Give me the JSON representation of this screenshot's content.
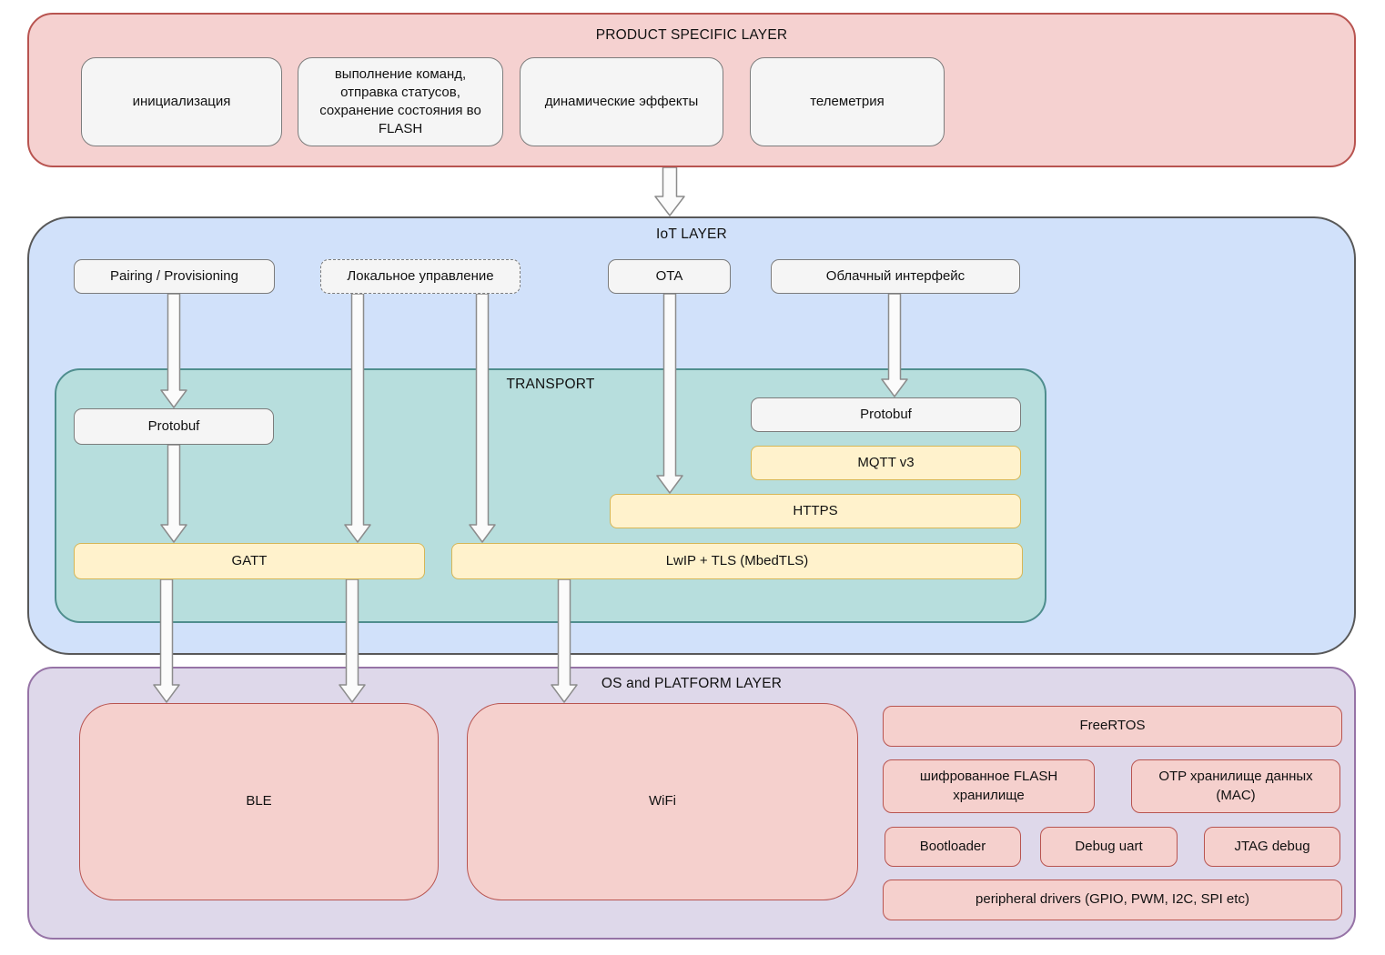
{
  "colors": {
    "product_fill": "#f5d1d0",
    "product_border": "#b85450",
    "iot_fill": "#d1e1fa",
    "iot_border": "#585858",
    "transport_fill": "#b7dedd",
    "transport_border": "#4f8e8e",
    "yellow_fill": "#fff2cc",
    "yellow_border": "#d6b656",
    "gray_fill": "#f5f5f5",
    "gray_border": "#7c7c7c",
    "os_fill": "#ded8ea",
    "os_border": "#9673a6",
    "red_fill": "#f5d0cd",
    "red_border": "#b85450",
    "arrow_fill": "#fbfbfb",
    "arrow_border": "#8c8c8c",
    "text": "#111111"
  },
  "product_layer": {
    "title": "PRODUCT SPECIFIC LAYER",
    "boxes": [
      {
        "label": "инициализация"
      },
      {
        "label": "выполнение команд, отправка статусов, сохранение состояния во FLASH"
      },
      {
        "label": "динамические эффекты"
      },
      {
        "label": "телеметрия"
      }
    ]
  },
  "iot_layer": {
    "title": "IoT LAYER",
    "pairing": "Pairing / Provisioning",
    "local_control": "Локальное управление",
    "ota": "OTA",
    "cloud_interface": "Облачный интерфейс",
    "transport": {
      "title": "TRANSPORT",
      "protobuf_left": "Protobuf",
      "protobuf_right": "Protobuf",
      "mqtt": "MQTT v3",
      "https": "HTTPS",
      "gatt": "GATT",
      "lwip": "LwIP + TLS (MbedTLS)"
    }
  },
  "os_layer": {
    "title": "OS and PLATFORM LAYER",
    "ble": "BLE",
    "wifi": "WiFi",
    "freertos": "FreeRTOS",
    "flash_storage": "шифрованное FLASH хранилище",
    "otp_storage": "OTP хранилище данных (MAC)",
    "bootloader": "Bootloader",
    "debug_uart": "Debug uart",
    "jtag_debug": "JTAG debug",
    "peripheral_drivers": "peripheral drivers (GPIO, PWM, I2C, SPI etc)"
  }
}
